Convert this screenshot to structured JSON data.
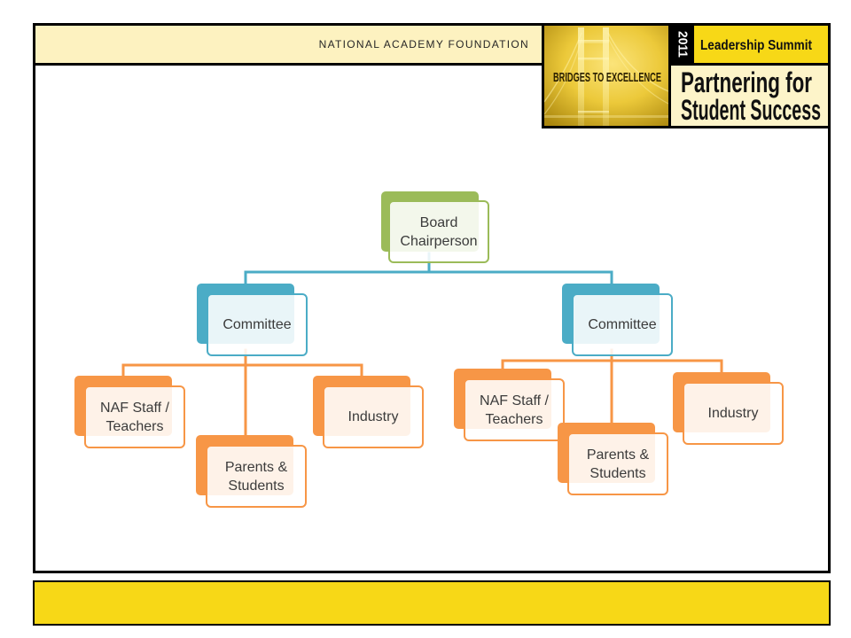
{
  "theme": {
    "header_fill": "#fdf2c0",
    "accent_yellow": "#f7d817",
    "tagline_fill": "#fdf4c9",
    "green": "#9bbb59",
    "blue": "#4bacc6",
    "orange": "#f79646"
  },
  "header": {
    "organization": "NATIONAL ACADEMY FOUNDATION"
  },
  "logo": {
    "banner": "BRIDGES TO EXCELLENCE",
    "year": "2011",
    "event": "Leadership Summit",
    "tagline_line1": "Partnering for",
    "tagline_line2": "Student Success"
  },
  "org_chart": {
    "root": {
      "label": "Board Chairperson"
    },
    "committees": [
      {
        "label": "Committee",
        "members": [
          {
            "label": "NAF Staff / Teachers"
          },
          {
            "label": "Parents & Students"
          },
          {
            "label": "Industry"
          }
        ]
      },
      {
        "label": "Committee",
        "members": [
          {
            "label": "NAF Staff / Teachers"
          },
          {
            "label": "Parents & Students"
          },
          {
            "label": "Industry"
          }
        ]
      }
    ]
  }
}
